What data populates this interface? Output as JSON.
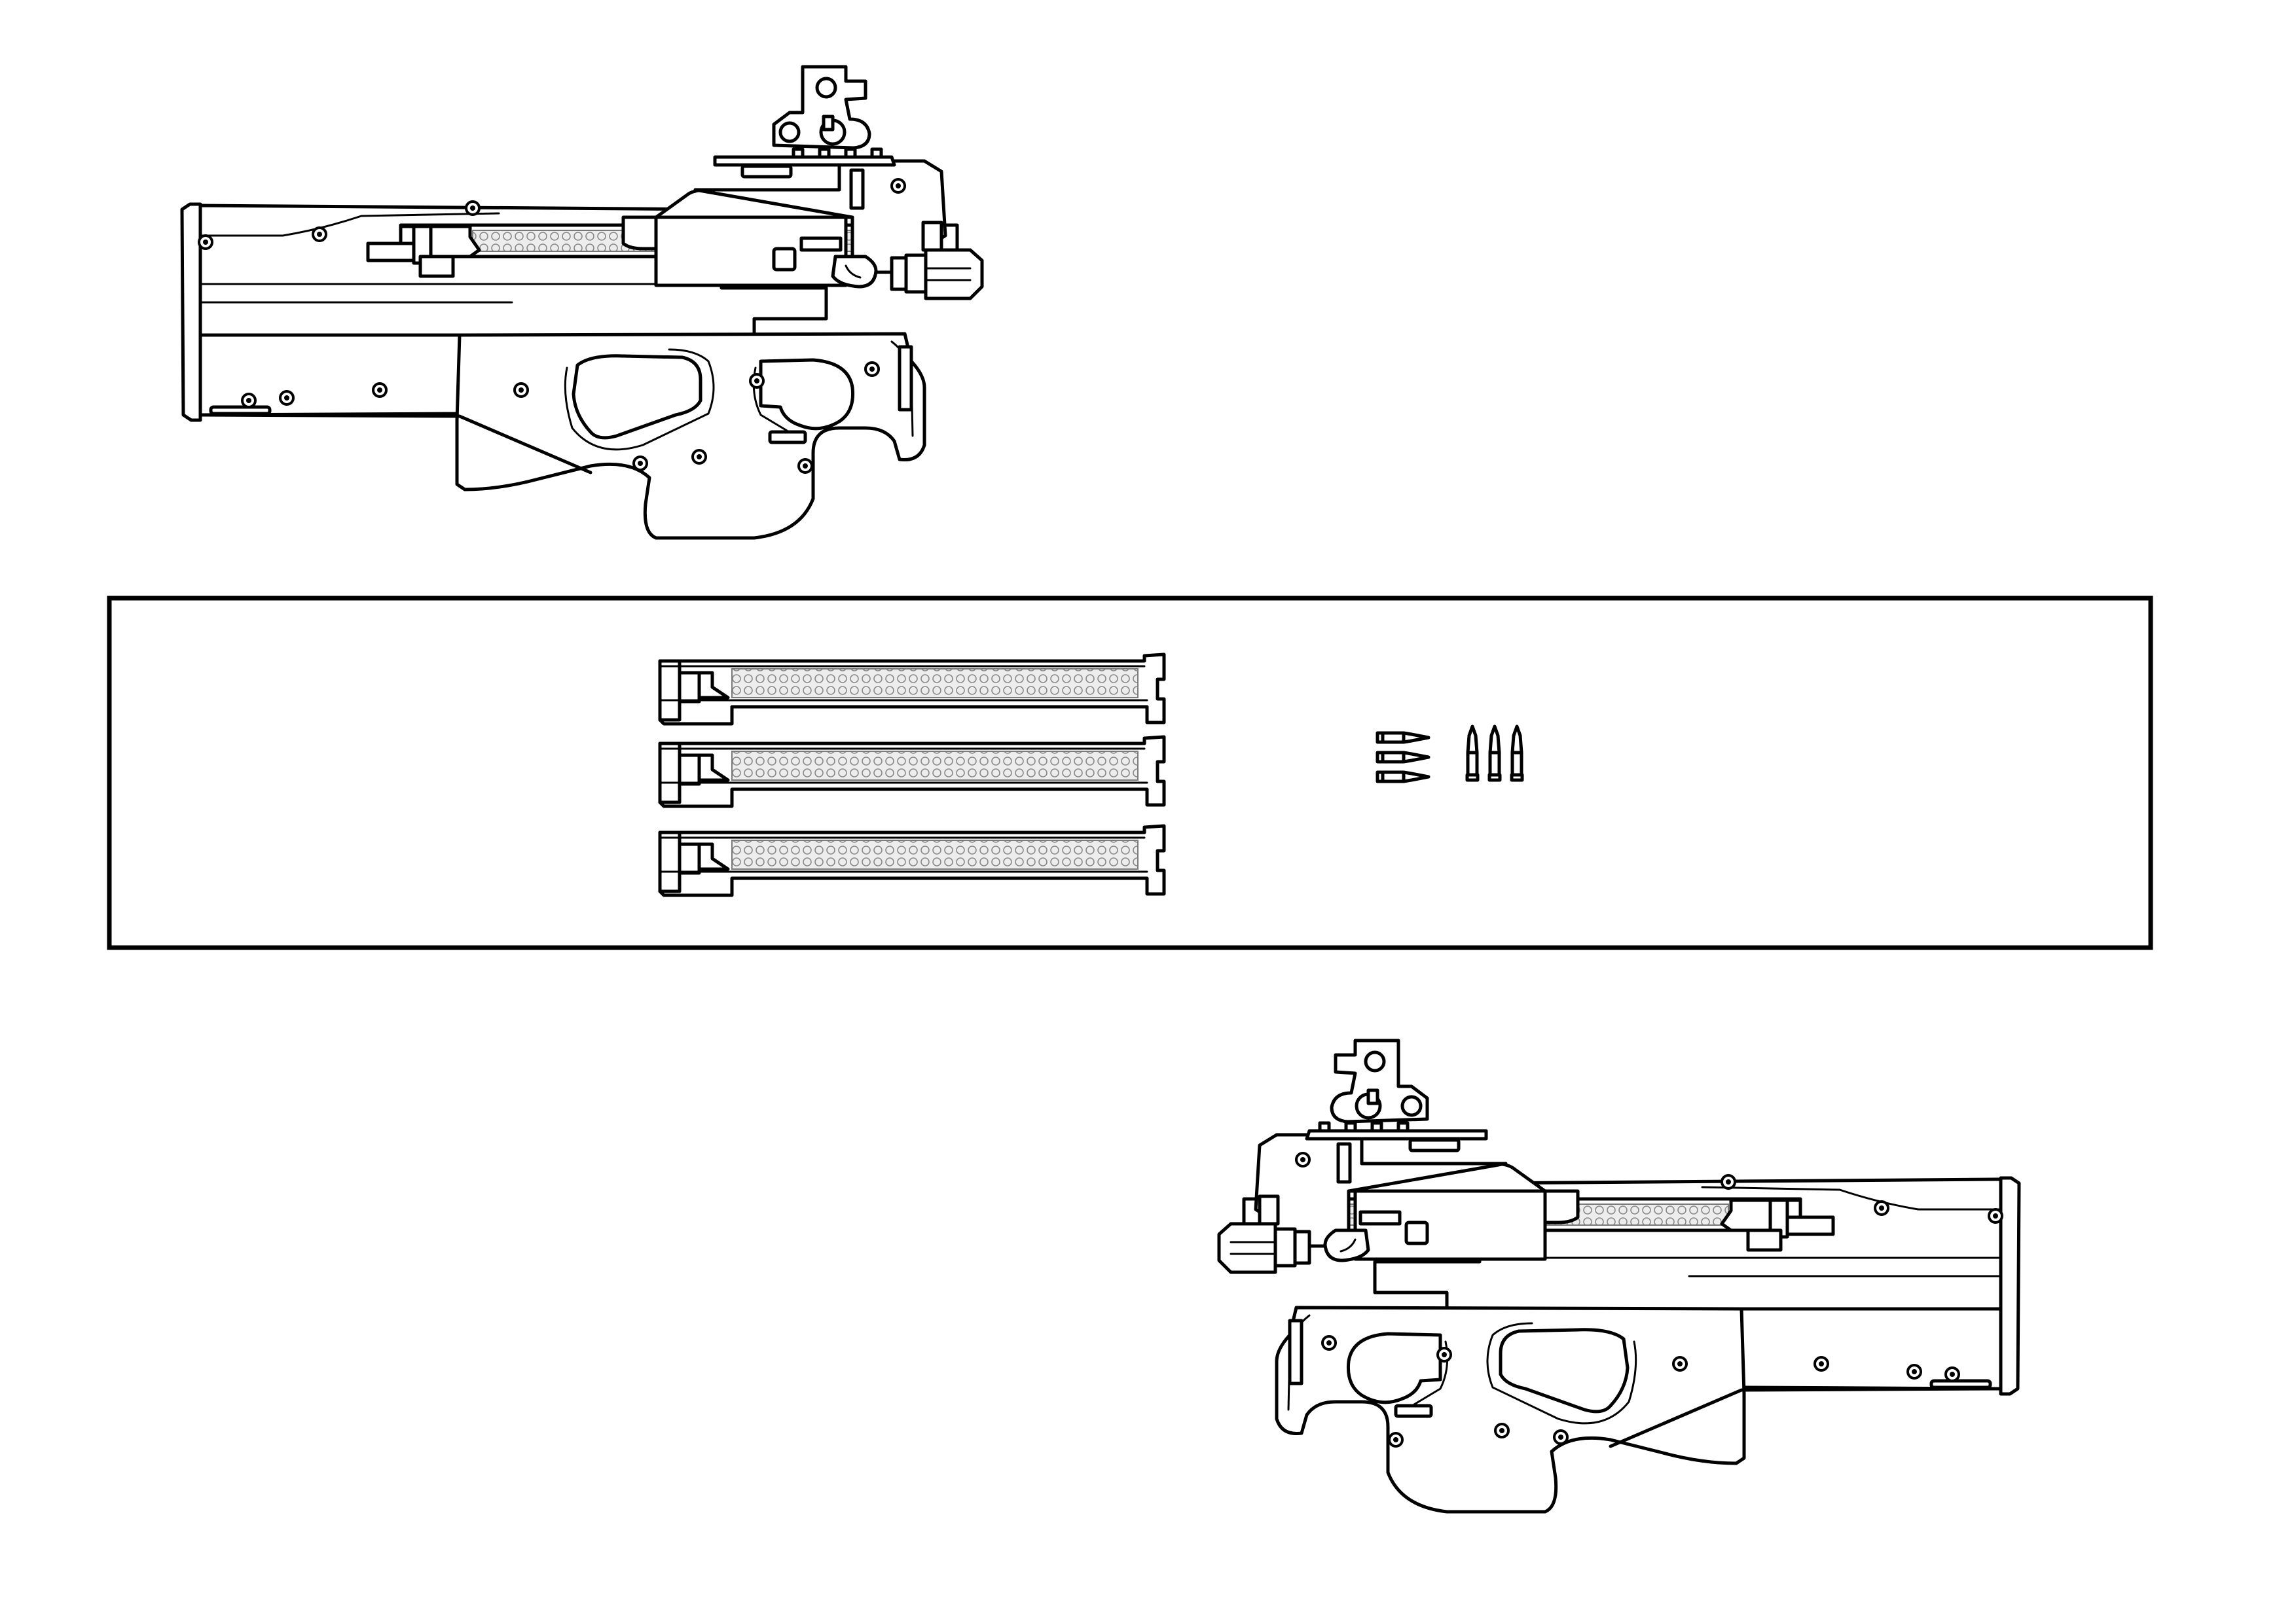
{
  "sheet": {
    "background": "#ffffff",
    "line_color": "#000000",
    "texture_color": "#e6e6e6"
  },
  "items": [
    {
      "id": "weapon-left-profile",
      "kind": "bullpup-smg",
      "facing": "right"
    },
    {
      "id": "magazines",
      "kind": "top-mounted-magazine",
      "count": 3
    },
    {
      "id": "cartridges-horizontal",
      "kind": "cartridge",
      "count": 3,
      "orientation": "horizontal"
    },
    {
      "id": "cartridges-vertical",
      "kind": "cartridge",
      "count": 3,
      "orientation": "vertical"
    },
    {
      "id": "weapon-right-profile",
      "kind": "bullpup-smg",
      "facing": "left"
    }
  ]
}
